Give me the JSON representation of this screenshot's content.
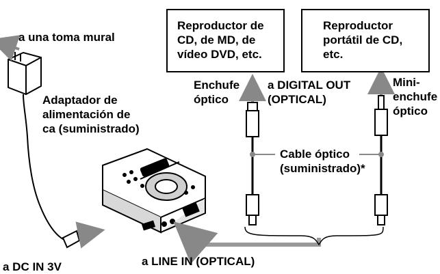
{
  "labels": {
    "wall_outlet": "a una toma mural",
    "adapter": "Adaptador de\nalimentación de\nca (suministrado)",
    "dc_in": "a DC IN 3V",
    "line_in": "a LINE IN (OPTICAL)",
    "cd_md_dvd_player": "Reproductor de\nCD, de MD, de\nvídeo DVD, etc.",
    "portable_cd_player": "Reproductor\nportátil de CD,\netc.",
    "optical_plug": "Enchufe\nóptico",
    "digital_out": "a DIGITAL OUT\n(OPTICAL)",
    "optical_mini_plug": "Mini-\nenchufe\nóptico",
    "optical_cable": "Cable óptico\n(suministrado)*"
  },
  "icons": [
    "ac-adapter-icon",
    "md-recorder-icon",
    "optical-plug-icon",
    "optical-mini-plug-icon",
    "arrow-icon"
  ]
}
